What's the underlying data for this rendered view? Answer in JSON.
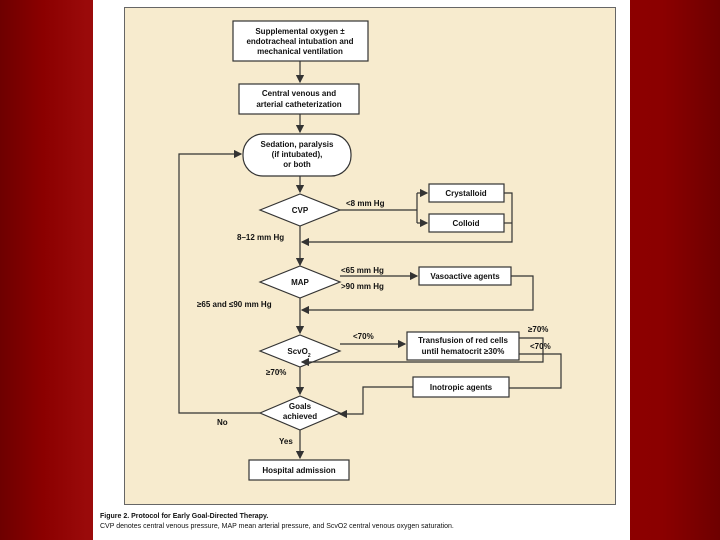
{
  "flowchart": {
    "start": [
      "Supplemental oxygen ±",
      "endotracheal intubation and",
      "mechanical ventilation"
    ],
    "catheter": [
      "Central venous and",
      "arterial catheterization"
    ],
    "sedation": [
      "Sedation, paralysis",
      "(if intubated),",
      "or both"
    ],
    "cvp": "CVP",
    "cvp_low": "<8 mm Hg",
    "crystalloid": "Crystalloid",
    "colloid": "Colloid",
    "cvp_ok": "8–12 mm Hg",
    "map": "MAP",
    "map_low": "<65 mm Hg",
    "map_high": ">90 mm Hg",
    "vasoactive": "Vasoactive agents",
    "map_ok": "≥65 and ≤90 mm Hg",
    "scvo2": "ScvO",
    "scvo2_sub": "2",
    "scvo2_low": "<70%",
    "transfusion": [
      "Transfusion of red cells",
      "until hematocrit ≥30%"
    ],
    "transfusion_ok": "≥70%",
    "transfusion_low": "<70%",
    "scvo2_ok": "≥70%",
    "inotropic": "Inotropic agents",
    "goals": [
      "Goals",
      "achieved"
    ],
    "no": "No",
    "yes": "Yes",
    "admission": "Hospital admission"
  },
  "caption": {
    "title": "Figure 2. Protocol for Early Goal-Directed Therapy.",
    "text": "CVP denotes central venous pressure, MAP mean arterial pressure, and ScvO2 central venous oxygen saturation."
  }
}
